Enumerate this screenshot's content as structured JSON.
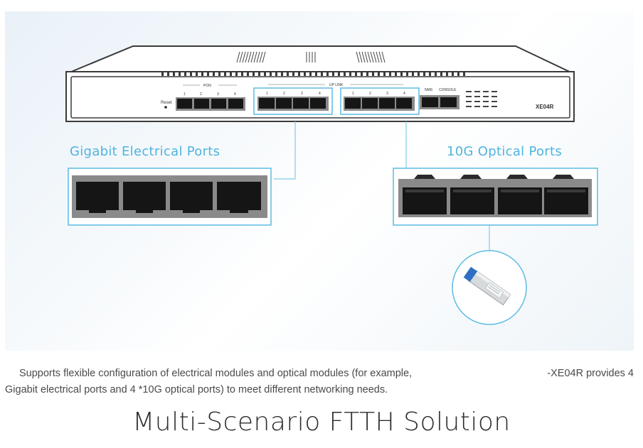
{
  "diagram": {
    "labels": {
      "gigabit": "Gigabit Electrical Ports",
      "optical": "10G Optical Ports"
    },
    "device": {
      "model": "XE04R",
      "reset": "Reset",
      "pon_header": "PON",
      "uplink_header": "UP LINK",
      "nms": "NMS",
      "console": "CONSOLE",
      "pon_numbers": [
        "1",
        "2",
        "3",
        "4"
      ],
      "uplink_numbers_a": [
        "1",
        "2",
        "3",
        "4"
      ],
      "uplink_numbers_b": [
        "1",
        "2",
        "3",
        "4"
      ]
    }
  },
  "description": {
    "line1_left": "Supports flexible configuration of electrical modules and optical modules (for example,",
    "line1_right": "-XE04R provides 4",
    "line2": "Gigabit electrical ports and 4 *10G optical ports) to meet different networking needs."
  },
  "heading": "Multi-Scenario FTTH Solution",
  "colors": {
    "accent": "#4fb4df",
    "device_body": "#3a3a3a",
    "port_black": "#151515"
  }
}
